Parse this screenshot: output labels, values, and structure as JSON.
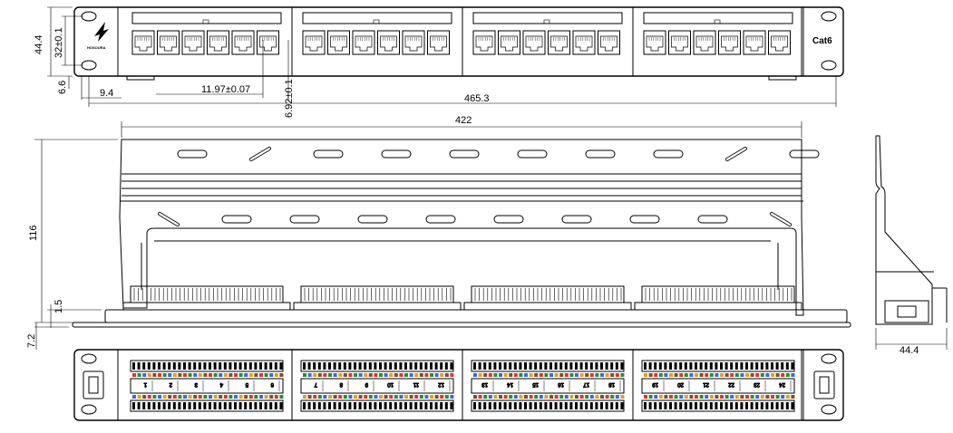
{
  "front_view": {
    "brand_text": "HOSOURA",
    "category_label": "Cat6",
    "ports_per_module": 6,
    "modules": 4
  },
  "dimensions": {
    "panel_height": "44.4",
    "mount_hole_spacing": "32±0.1",
    "hole_edge_offset": "6.6",
    "hole_x_offset": "9.4",
    "port_pitch": "11.97±0.07",
    "port_offset": "6.92±0.1",
    "overall_width": "465.3",
    "inner_width": "422",
    "depth": "116",
    "flange_thickness": "1.5",
    "bottom_offset": "7.2",
    "side_height": "44.4"
  },
  "rear_view": {
    "port_numbers": [
      "1",
      "2",
      "3",
      "4",
      "5",
      "6",
      "7",
      "8",
      "9",
      "10",
      "11",
      "12",
      "13",
      "14",
      "15",
      "16",
      "17",
      "18",
      "19",
      "20",
      "21",
      "22",
      "23",
      "24"
    ],
    "wire_colors": [
      "#d43a2a",
      "#2a8a3a",
      "#3a6ad4",
      "#e0a020",
      "#8a4a20"
    ]
  }
}
